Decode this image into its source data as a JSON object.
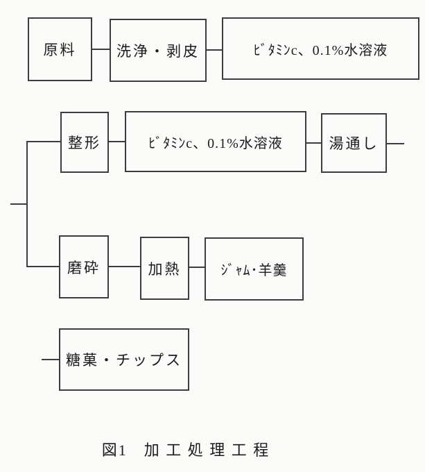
{
  "figure": {
    "caption": "図1　加 工 処 理 工 程",
    "nodes": {
      "raw_material": "原料",
      "washing_peeling": "洗浄・剥皮",
      "vitamin_solution_1": "ﾋﾞﾀﾐﾝc、0.1%水溶液",
      "shaping": "整形",
      "vitamin_solution_2": "ﾋﾞﾀﾐﾝc、0.1%水溶液",
      "blanching": "湯通し",
      "grinding": "磨砕",
      "heating": "加熱",
      "jam_yokan": "ｼﾞｬﾑ･羊羹",
      "candy_chips": "糖菓・チップス"
    },
    "edges": [
      {
        "from": "raw_material",
        "to": "washing_peeling"
      },
      {
        "from": "washing_peeling",
        "to": "vitamin_solution_1"
      },
      {
        "from": "left_input_stub",
        "to": "branch_trunk"
      },
      {
        "from": "branch_trunk",
        "to": "shaping"
      },
      {
        "from": "shaping",
        "to": "vitamin_solution_2"
      },
      {
        "from": "vitamin_solution_2",
        "to": "blanching"
      },
      {
        "from": "blanching",
        "to": "right_output_stub"
      },
      {
        "from": "branch_trunk",
        "to": "grinding"
      },
      {
        "from": "grinding",
        "to": "heating"
      },
      {
        "from": "heating",
        "to": "jam_yokan"
      },
      {
        "from": "left_input_stub_2",
        "to": "candy_chips"
      }
    ],
    "colors": {
      "background": "#fbfbf9",
      "line": "#3c3c3c",
      "text": "#1b1b1b"
    }
  }
}
